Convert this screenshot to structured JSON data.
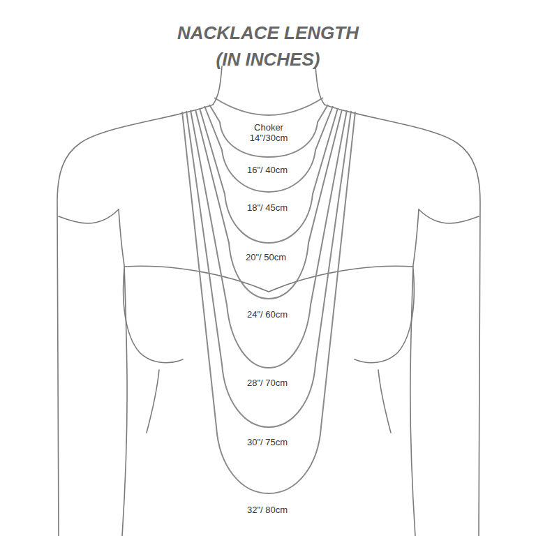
{
  "diagram": {
    "title": "NACKLACE LENGTH (IN INCHES)",
    "labels": [
      "Choker",
      "14\"/30cm",
      "16\"/ 40cm",
      "18\"/ 45cm",
      "20\"/ 50cm",
      "24\"/ 60cm",
      "28\"/ 70cm",
      "30\"/ 75cm",
      "32\"/ 80cm"
    ]
  }
}
